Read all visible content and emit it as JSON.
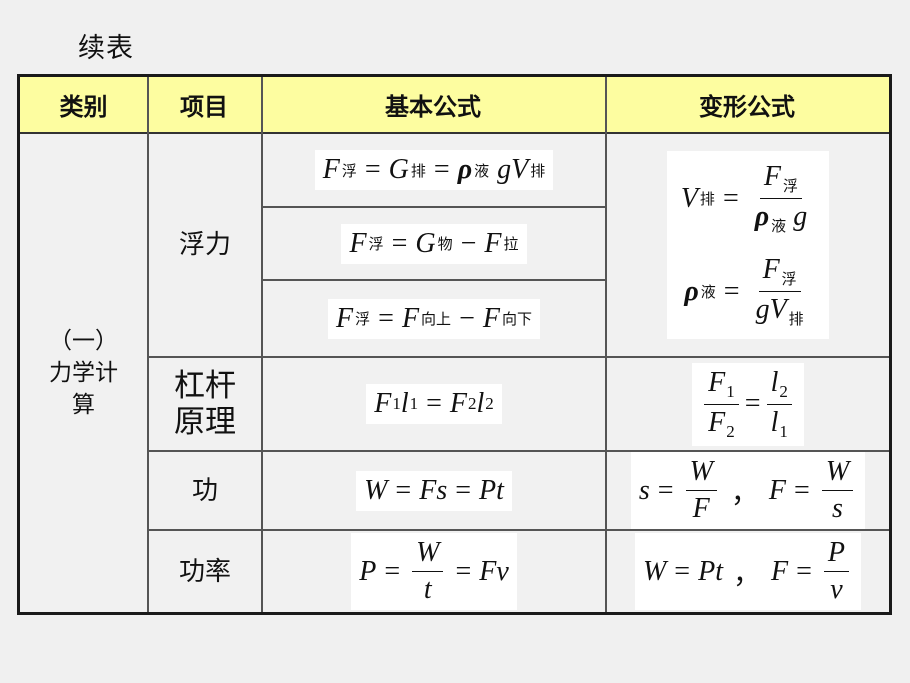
{
  "title": "续表",
  "header": {
    "category": "类别",
    "item": "项目",
    "basic_formula": "基本公式",
    "derived_formula": "变形公式"
  },
  "category": {
    "prefix": "（一）",
    "name_line1": "力学计",
    "name_line2": "算"
  },
  "rows": [
    {
      "item": "浮力",
      "basic": [
        "F浮 = G排 = ρ液 gV排",
        "F浮 = G物 − F拉",
        "F浮 = F向上 − F向下"
      ],
      "derived": [
        "V排 = F浮 / (ρ液 g)",
        "ρ液 = F浮 / (gV排)"
      ]
    },
    {
      "item_line1": "杠杆",
      "item_line2": "原理",
      "basic": [
        "F1l1 = F2l2"
      ],
      "derived": [
        "F1/F2 = l2/l1"
      ]
    },
    {
      "item": "功",
      "basic": [
        "W = Fs = Pt"
      ],
      "derived": [
        "s = W/F ， F = W/s"
      ]
    },
    {
      "item": "功率",
      "basic": [
        "P = W/t = Fv"
      ],
      "derived": [
        "W = Pt ， F = P/v"
      ]
    }
  ],
  "sym": {
    "F": "F",
    "G": "G",
    "V": "V",
    "g": "g",
    "rho": "ρ",
    "W": "W",
    "P": "P",
    "s": "s",
    "t": "t",
    "v": "v",
    "l": "l",
    "eq": "=",
    "minus": "−",
    "fu": "浮",
    "pai": "排",
    "ye": "液",
    "wu": "物",
    "la": "拉",
    "xiangshang": "向上",
    "xiangxia": "向下",
    "one": "1",
    "two": "2",
    "comma": "，",
    "Fs": "Fs",
    "Pt": "Pt",
    "Fv": "Fv"
  }
}
